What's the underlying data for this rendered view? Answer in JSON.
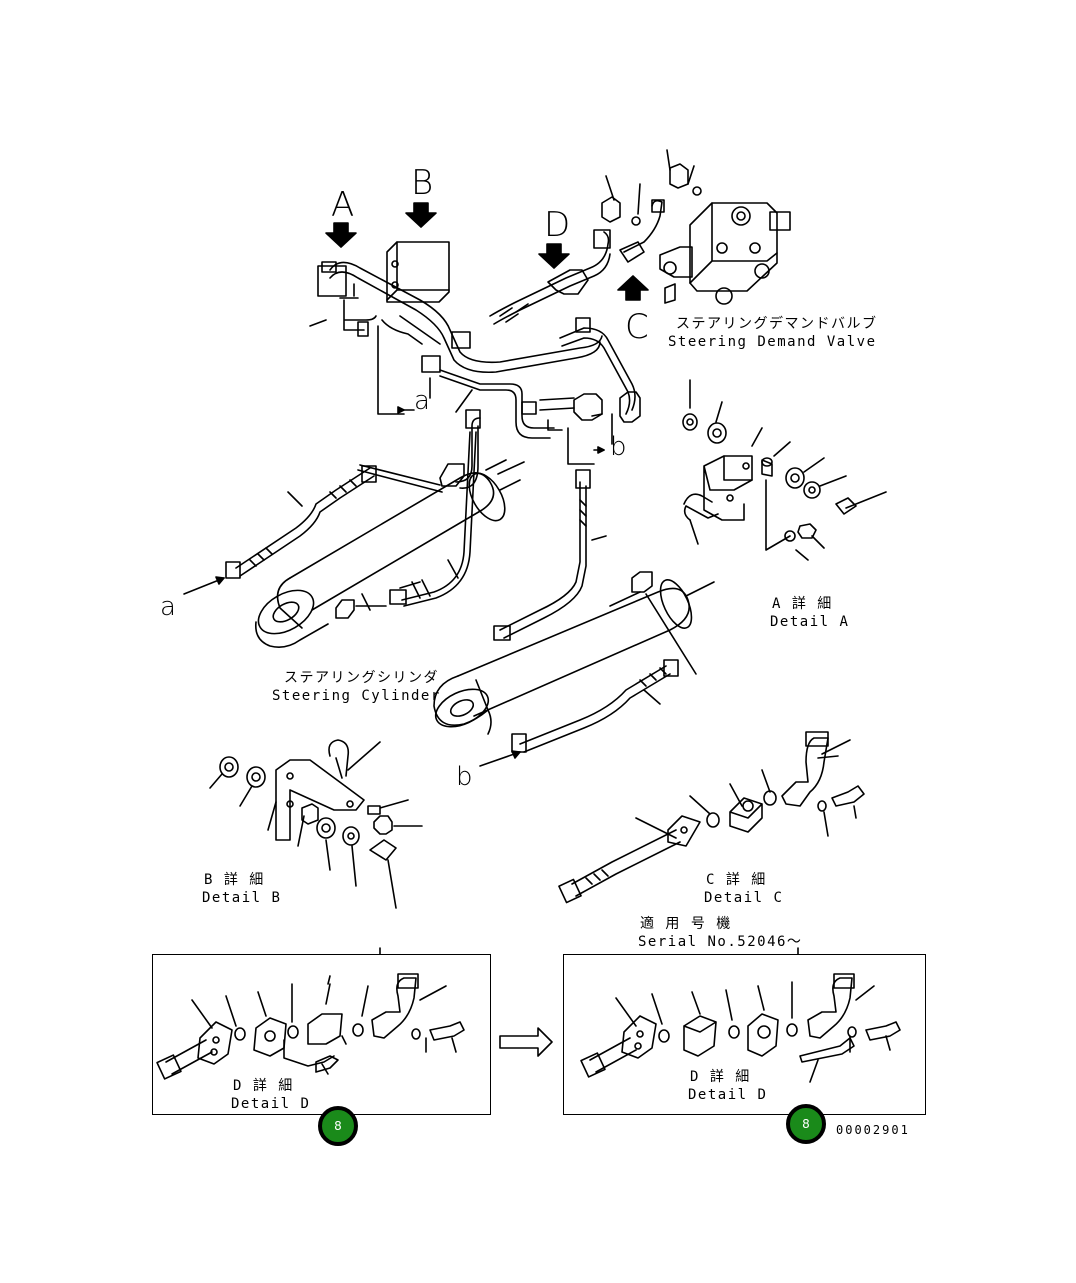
{
  "view_letters": {
    "a": "A",
    "b": "B",
    "c": "C",
    "d": "D"
  },
  "pipe_marks": {
    "a_top": "a",
    "b_top": "b",
    "a_left": "a",
    "b_bottom": "b"
  },
  "steering_valve": {
    "jp": "ステアリングデマンドバルブ",
    "en": "Steering Demand Valve"
  },
  "steering_cylinder": {
    "jp": "ステアリングシリンダ",
    "en": "Steering Cylinder"
  },
  "detail_a": {
    "jp": "A 詳 細",
    "en": "Detail A"
  },
  "detail_b": {
    "jp": "B 詳 細",
    "en": "Detail B"
  },
  "detail_c": {
    "jp": "C 詳 細",
    "en": "Detail C"
  },
  "detail_d_left": {
    "jp": "D 詳 細",
    "en": "Detail D"
  },
  "detail_d_right": {
    "jp": "D 詳 細",
    "en": "Detail D"
  },
  "serial": {
    "jp": "適 用 号 機",
    "en": "Serial No.52046〜"
  },
  "ref_buttons": {
    "left": "8",
    "right": "8"
  },
  "drawing_number": "00002901",
  "colors": {
    "line": "#000000",
    "ref_badge": "#1a8a1a"
  }
}
